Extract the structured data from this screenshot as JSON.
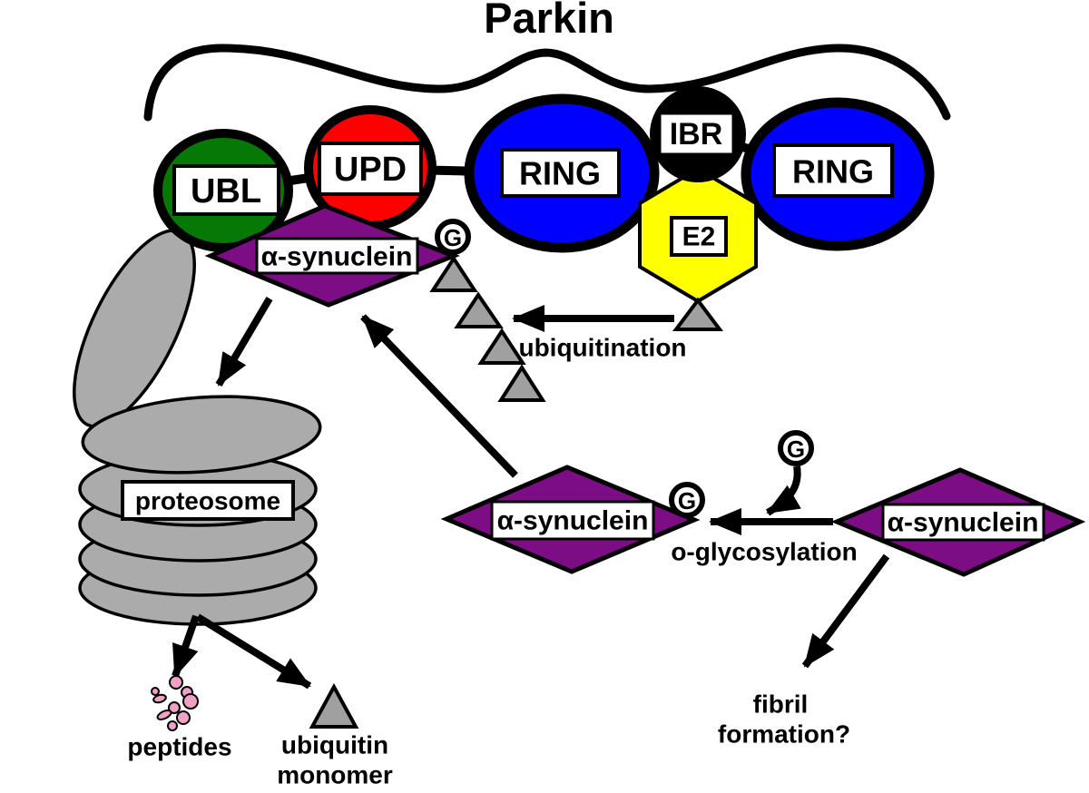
{
  "title": "Parkin",
  "colors": {
    "green": "#067806",
    "red": "#fe0000",
    "blue": "#0000fe",
    "yellow": "#ffff00",
    "purple": "#7d0d84",
    "gray_triangle": "#a0a0a0",
    "gray_barrel": "#ababab",
    "pink": "#f2a0c5",
    "black": "#000000",
    "white": "#ffffff"
  },
  "domains": {
    "ubl": "UBL",
    "upd": "UPD",
    "ring1": "RING",
    "ibr": "IBR",
    "e2": "E2",
    "ring2": "RING"
  },
  "labels": {
    "alpha_synuclein": "α-synuclein",
    "g": "G",
    "ubiquitination": "ubiquitination",
    "o_glycosylation": "o-glycosylation",
    "proteosome": "proteosome",
    "peptides": "peptides",
    "ubiquitin_monomer_line1": "ubiquitin",
    "ubiquitin_monomer_line2": "monomer",
    "fibril_line1": "fibril",
    "fibril_line2": "formation?"
  }
}
